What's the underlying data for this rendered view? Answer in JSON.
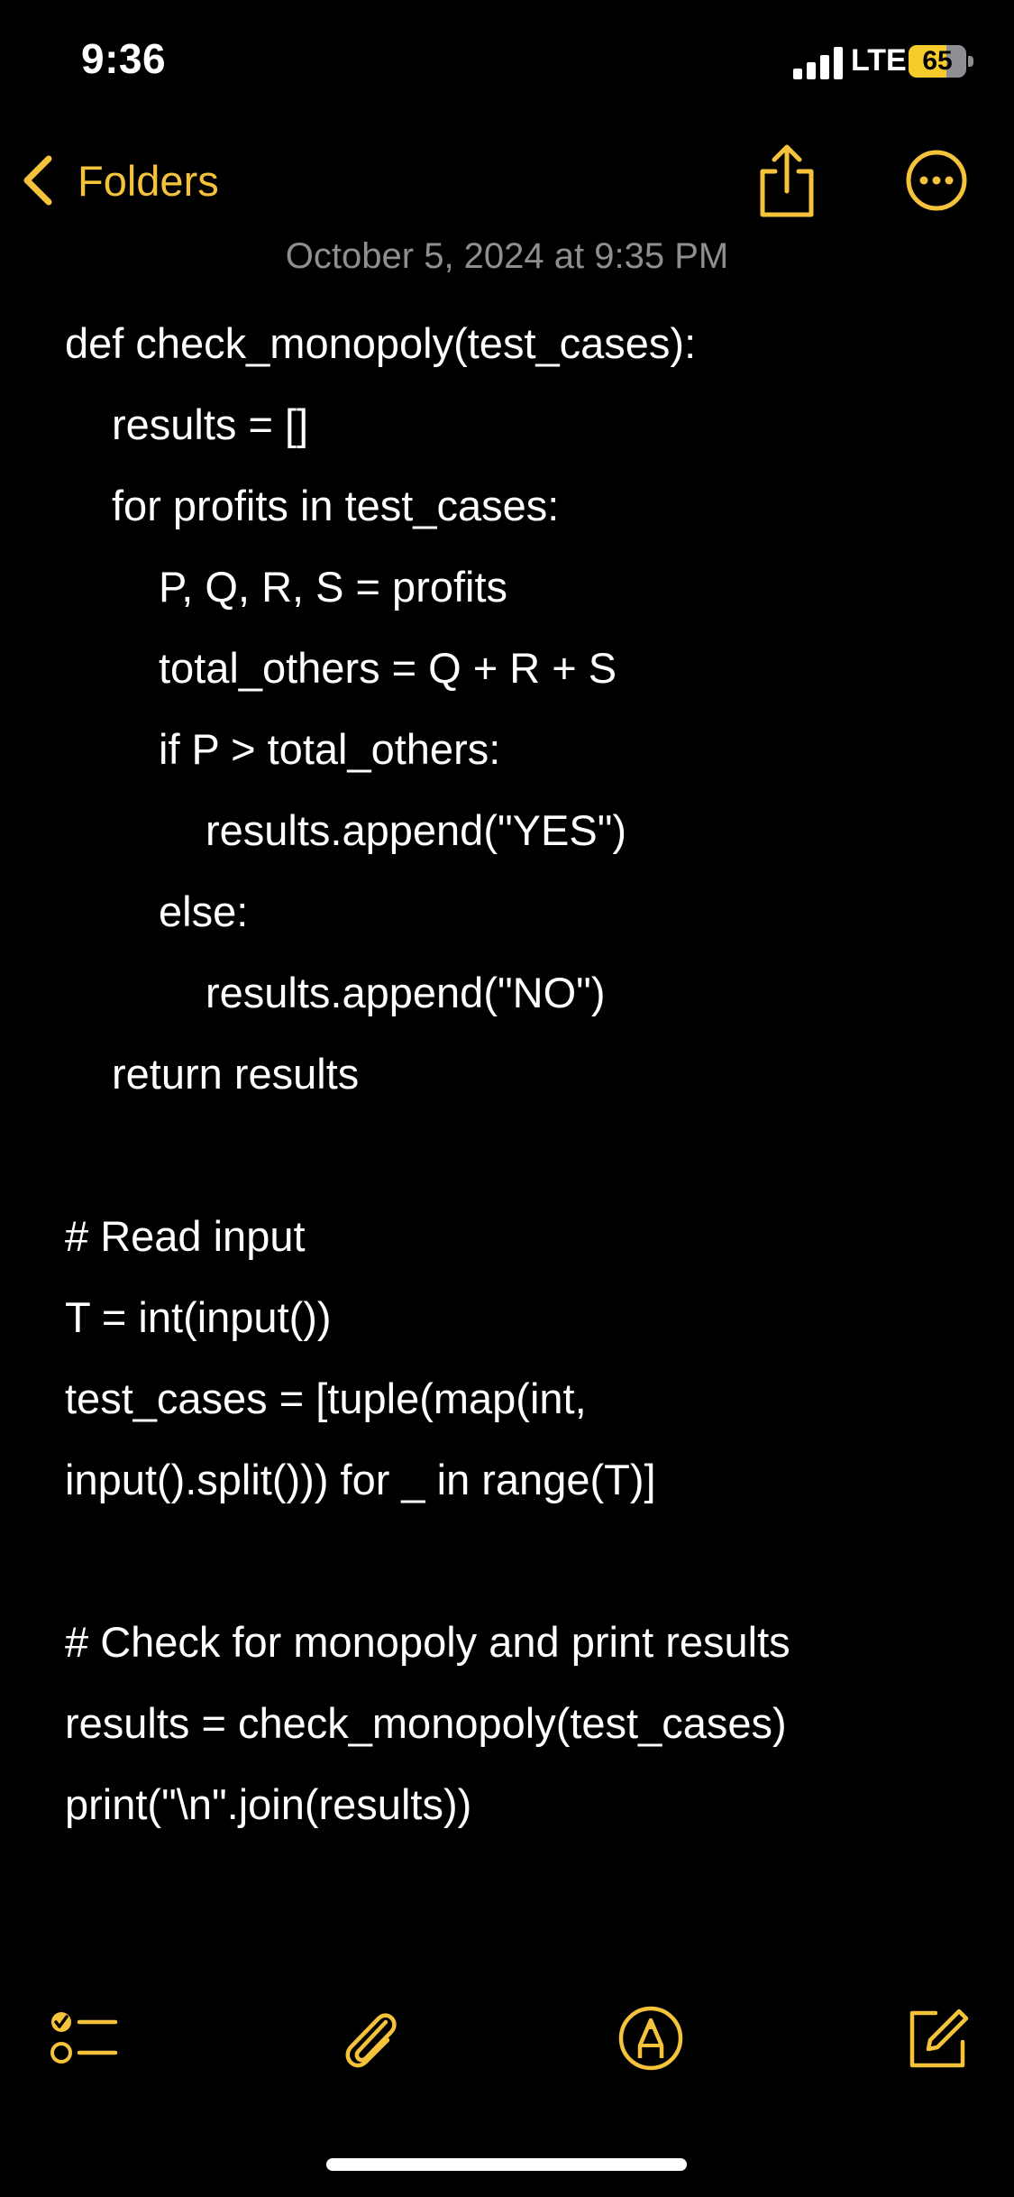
{
  "status_bar": {
    "time": "9:36",
    "network": "LTE",
    "battery_level": "65",
    "battery_fraction": 0.65
  },
  "nav": {
    "back_label": "Folders",
    "share_icon": "share-icon",
    "more_icon": "ellipsis-circle-icon"
  },
  "note": {
    "date": "October 5, 2024 at 9:35 PM",
    "lines": [
      "def check_monopoly(test_cases):",
      "results = []",
      "for profits in test_cases:",
      "P, Q, R, S = profits",
      "total_others = Q + R + S",
      "if P > total_others:",
      "results.append(\"YES\")",
      "else:",
      "results.append(\"NO\")",
      "return results",
      "",
      "# Read input",
      "T = int(input())",
      "test_cases = [tuple(map(int,",
      "input().split())) for _ in range(T)]",
      "",
      "# Check for monopoly and print results",
      "results = check_monopoly(test_cases)",
      "print(\"\\n\".join(results))"
    ]
  },
  "toolbar": {
    "checklist_icon": "checklist-icon",
    "attachment_icon": "paperclip-icon",
    "markup_icon": "markup-pen-icon",
    "compose_icon": "compose-icon"
  },
  "colors": {
    "accent": "#f5c33b",
    "background": "#000000",
    "text": "#ffffff",
    "secondary_text": "#8e8e93"
  }
}
